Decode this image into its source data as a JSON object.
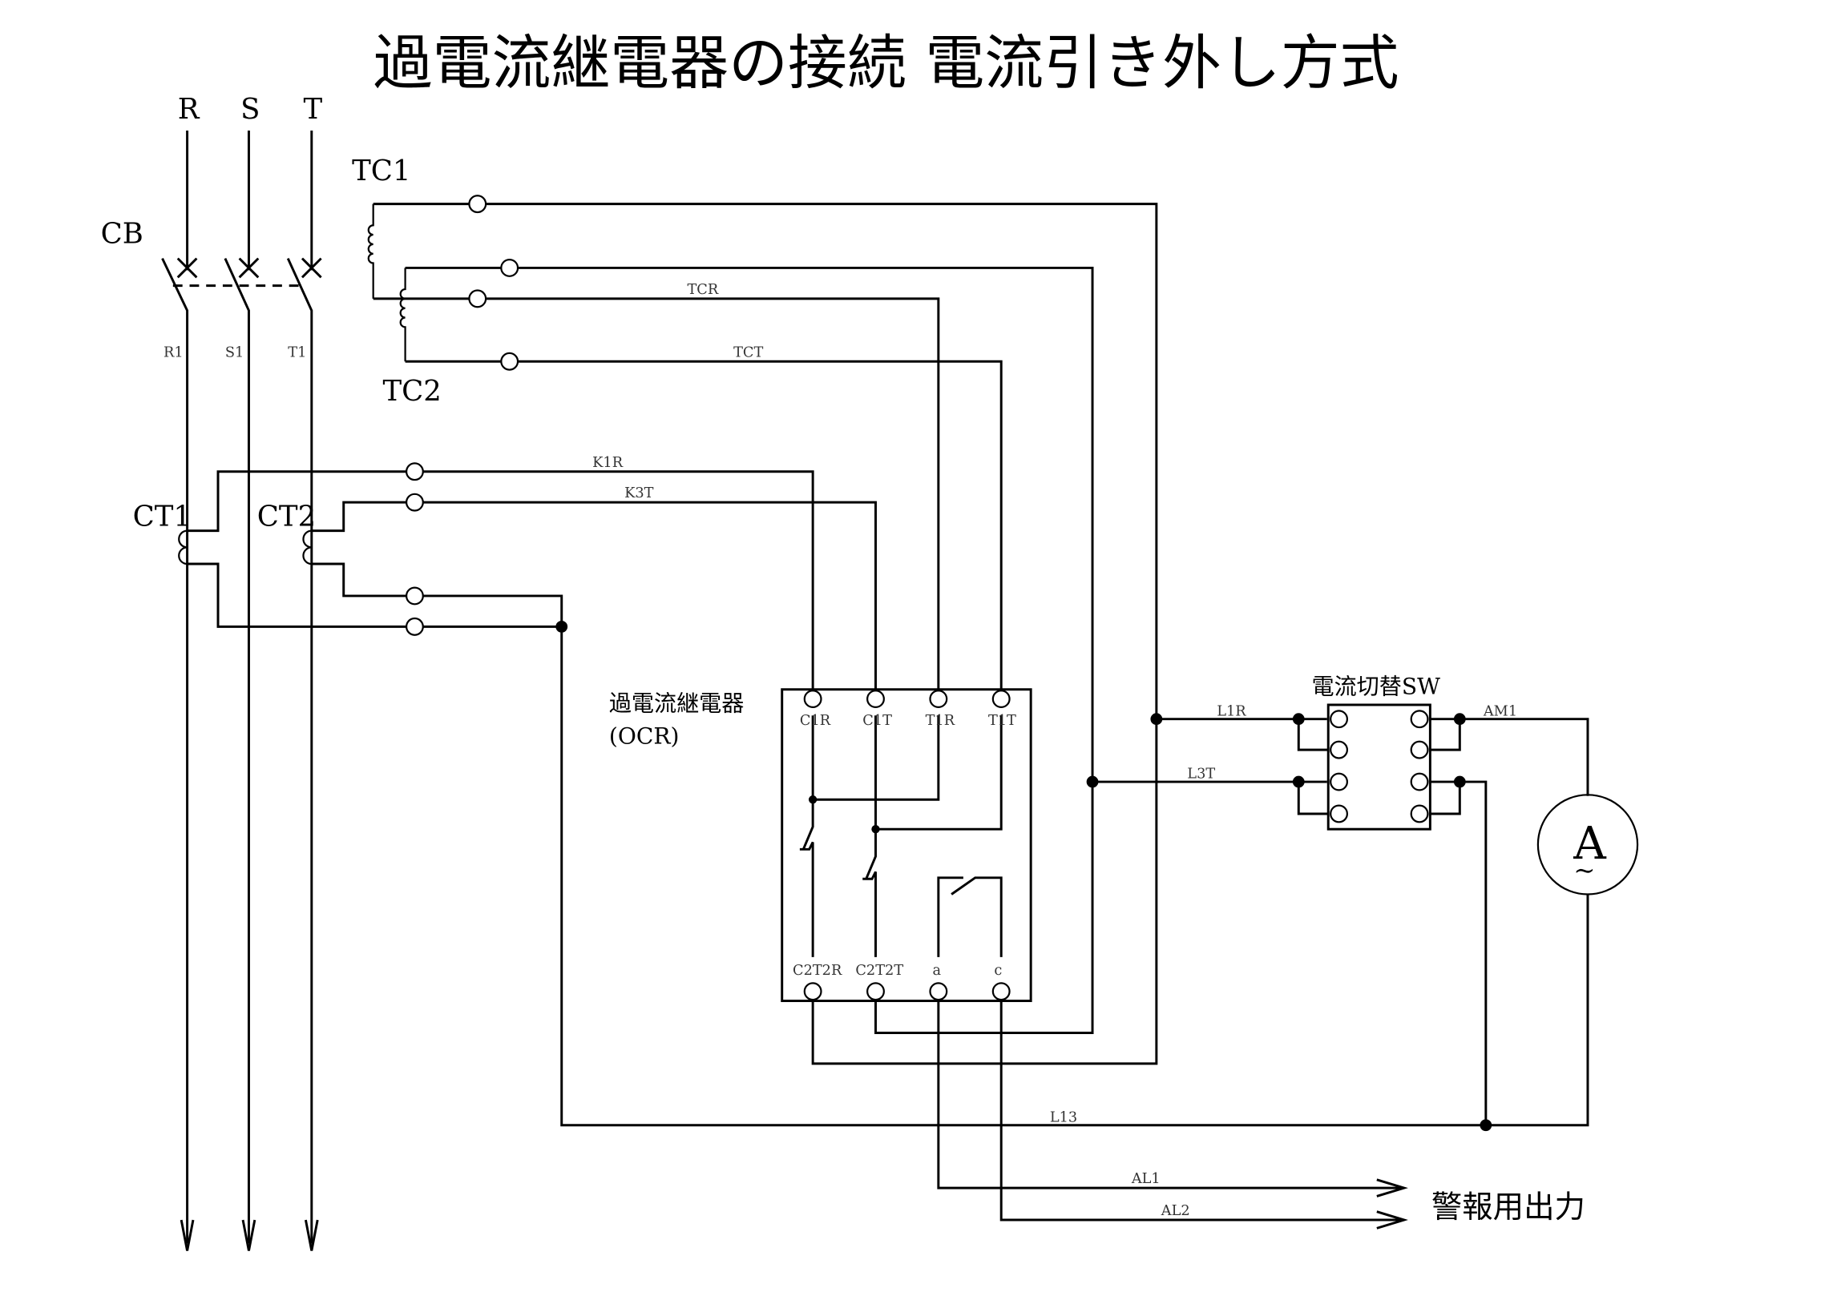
{
  "title": "過電流継電器の接続 電流引き外し方式",
  "phases": [
    "R",
    "S",
    "T"
  ],
  "phase_load_labels": [
    "R1",
    "S1",
    "T1"
  ],
  "breaker_label": "CB",
  "trip_coils": [
    "TC1",
    "TC2"
  ],
  "current_transformers": [
    "CT1",
    "CT2"
  ],
  "wire_labels": {
    "tcr": "TCR",
    "tct": "TCT",
    "k1r": "K1R",
    "k3t": "K3T",
    "l1r": "L1R",
    "l3t": "L3T",
    "am1": "AM1",
    "l13": "L13",
    "al1": "AL1",
    "al2": "AL2"
  },
  "ocr": {
    "name": "過電流継電器",
    "abbr": "(OCR)",
    "top_terminals": [
      "C1R",
      "C1T",
      "T1R",
      "T1T"
    ],
    "bottom_terminals": [
      "C2T2R",
      "C2T2T",
      "a",
      "c"
    ]
  },
  "switch_label": "電流切替SW",
  "ammeter_symbol": "A",
  "ammeter_ac_symbol": "∼",
  "alarm_output_label": "警報用出力"
}
